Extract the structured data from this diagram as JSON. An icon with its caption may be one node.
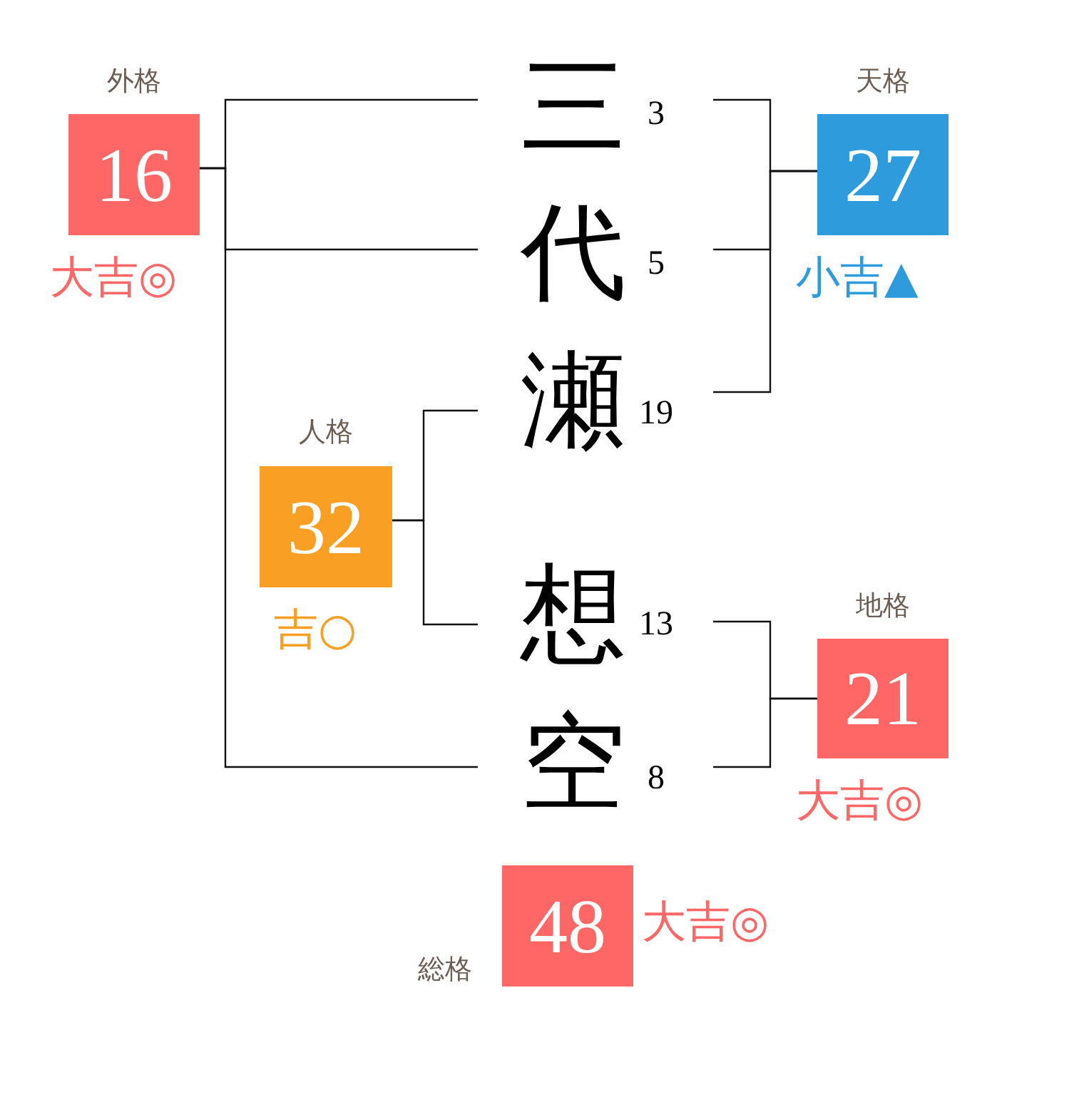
{
  "diagram": {
    "nodes": [
      {
        "text": [
          "外格",
          "16"
        ],
        "beside": [
          "大吉◎"
        ]
      },
      {
        "text": [
          "三"
        ],
        "beside": [
          "3"
        ]
      },
      {
        "text": [
          "天格",
          "27"
        ],
        "beside": [
          "小吉▲"
        ]
      },
      {
        "text": [
          "代"
        ],
        "beside": [
          "5"
        ]
      },
      {
        "text": [
          "瀬"
        ],
        "beside": [
          "19"
        ]
      },
      {
        "text": [
          "人格",
          "32"
        ],
        "beside": [
          "吉○"
        ]
      },
      {
        "text": [
          "想"
        ],
        "beside": [
          "13"
        ]
      },
      {
        "text": [
          "地格",
          "21"
        ],
        "beside": [
          "大吉◎"
        ]
      },
      {
        "text": [
          "空"
        ],
        "beside": [
          "8"
        ]
      },
      {
        "text": [
          "総格",
          "48"
        ],
        "beside": [
          "大吉◎"
        ]
      }
    ],
    "edges": [
      {
        "from": 0,
        "to": 1,
        "arrow": "none"
      },
      {
        "from": 0,
        "to": 3,
        "arrow": "none"
      },
      {
        "from": 0,
        "to": 8,
        "arrow": "none"
      },
      {
        "from": 2,
        "to": 1,
        "arrow": "none"
      },
      {
        "from": 2,
        "to": 3,
        "arrow": "none"
      },
      {
        "from": 2,
        "to": 4,
        "arrow": "none"
      },
      {
        "from": 5,
        "to": 4,
        "arrow": "none"
      },
      {
        "from": 5,
        "to": 6,
        "arrow": "none"
      },
      {
        "from": 7,
        "to": 6,
        "arrow": "none"
      },
      {
        "from": 7,
        "to": 8,
        "arrow": "none"
      }
    ]
  }
}
